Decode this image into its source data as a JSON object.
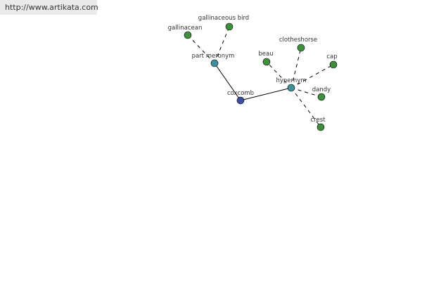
{
  "header": {
    "url": "http://www.artikata.com"
  },
  "colors": {
    "root": "#3d4fa0",
    "relation": "#3f8f9a",
    "leaf": "#3f8f3f"
  },
  "graph": {
    "root": {
      "id": "coxcomb",
      "label": "coxcomb"
    },
    "relations": [
      {
        "id": "part-meronym",
        "label": "part meronym"
      },
      {
        "id": "hypernym",
        "label": "hypernym"
      }
    ],
    "leaves": [
      {
        "id": "gallinacean",
        "label": "gallinacean",
        "relation": "part-meronym"
      },
      {
        "id": "gallinaceous-bird",
        "label": "gallinaceous bird",
        "relation": "part-meronym"
      },
      {
        "id": "clotheshorse",
        "label": "clotheshorse",
        "relation": "hypernym"
      },
      {
        "id": "beau",
        "label": "beau",
        "relation": "hypernym"
      },
      {
        "id": "cap",
        "label": "cap",
        "relation": "hypernym"
      },
      {
        "id": "dandy",
        "label": "dandy",
        "relation": "hypernym"
      },
      {
        "id": "crest",
        "label": "crest",
        "relation": "hypernym"
      }
    ]
  }
}
